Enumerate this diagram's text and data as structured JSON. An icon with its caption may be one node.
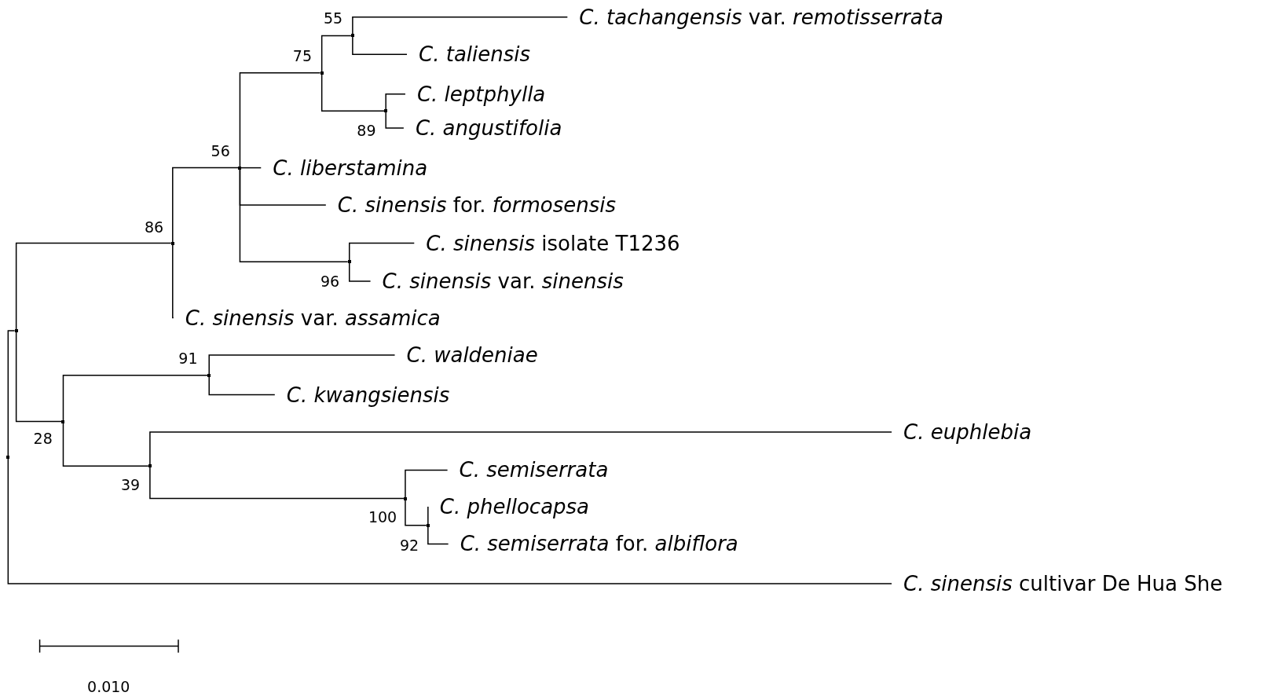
{
  "diagram": {
    "nodes": [
      {
        "text": [],
        "shape": "point"
      },
      {
        "text": [],
        "shape": "point"
      },
      {
        "text": [],
        "shape": "point",
        "beside": [
          "86"
        ]
      },
      {
        "text": [],
        "shape": "point",
        "beside": [
          "56"
        ]
      },
      {
        "text": [],
        "shape": "point",
        "beside": [
          "75"
        ]
      },
      {
        "text": [],
        "shape": "point",
        "beside": [
          "55"
        ]
      },
      {
        "text": [
          "*C. tachangensis* var. *remotisserrata*"
        ]
      },
      {
        "text": [
          "*C. taliensis*"
        ]
      },
      {
        "text": [],
        "shape": "point",
        "beside": [
          "89"
        ]
      },
      {
        "text": [
          "*C. leptphylla*"
        ]
      },
      {
        "text": [
          "*C. angustifolia*"
        ]
      },
      {
        "text": [
          "*C. liberstamina*"
        ]
      },
      {
        "text": [
          "*C. sinensis* for. *formosensis*"
        ]
      },
      {
        "text": [],
        "shape": "point",
        "beside": [
          "96"
        ]
      },
      {
        "text": [
          "*C. sinensis* isolate T1236"
        ]
      },
      {
        "text": [
          "*C. sinensis* var. *sinensis*"
        ]
      },
      {
        "text": [
          "*C. sinensis* var. *assamica*"
        ]
      },
      {
        "text": [],
        "shape": "point",
        "beside": [
          "28"
        ]
      },
      {
        "text": [],
        "shape": "point",
        "beside": [
          "91"
        ]
      },
      {
        "text": [
          "*C. waldeniae*"
        ]
      },
      {
        "text": [
          "*C. kwangsiensis*"
        ]
      },
      {
        "text": [],
        "shape": "point",
        "beside": [
          "39"
        ]
      },
      {
        "text": [
          "*C. euphlebia*"
        ]
      },
      {
        "text": [],
        "shape": "point",
        "beside": [
          "100"
        ]
      },
      {
        "text": [
          "*C. semiserrata*"
        ]
      },
      {
        "text": [],
        "shape": "point",
        "beside": [
          "92"
        ]
      },
      {
        "text": [
          "*C. phellocapsa*"
        ]
      },
      {
        "text": [
          "*C. semiserrata* for. *albiflora*"
        ]
      },
      {
        "text": [
          "*C. sinensis* cultivar De Hua She"
        ]
      }
    ],
    "edges": [
      {
        "from": 0,
        "to": 1,
        "arrow": "none"
      },
      {
        "from": 0,
        "to": 28,
        "arrow": "none"
      },
      {
        "from": 1,
        "to": 2,
        "arrow": "none"
      },
      {
        "from": 1,
        "to": 17,
        "arrow": "none"
      },
      {
        "from": 2,
        "to": 3,
        "arrow": "none"
      },
      {
        "from": 2,
        "to": 16,
        "arrow": "none"
      },
      {
        "from": 3,
        "to": 4,
        "arrow": "none"
      },
      {
        "from": 3,
        "to": 11,
        "arrow": "none"
      },
      {
        "from": 3,
        "to": 12,
        "arrow": "none"
      },
      {
        "from": 3,
        "to": 13,
        "arrow": "none"
      },
      {
        "from": 4,
        "to": 5,
        "arrow": "none"
      },
      {
        "from": 4,
        "to": 8,
        "arrow": "none"
      },
      {
        "from": 5,
        "to": 6,
        "arrow": "none"
      },
      {
        "from": 5,
        "to": 7,
        "arrow": "none"
      },
      {
        "from": 8,
        "to": 9,
        "arrow": "none"
      },
      {
        "from": 8,
        "to": 10,
        "arrow": "none"
      },
      {
        "from": 13,
        "to": 14,
        "arrow": "none"
      },
      {
        "from": 13,
        "to": 15,
        "arrow": "none"
      },
      {
        "from": 17,
        "to": 18,
        "arrow": "none"
      },
      {
        "from": 17,
        "to": 21,
        "arrow": "none"
      },
      {
        "from": 18,
        "to": 19,
        "arrow": "none"
      },
      {
        "from": 18,
        "to": 20,
        "arrow": "none"
      },
      {
        "from": 21,
        "to": 22,
        "arrow": "none"
      },
      {
        "from": 21,
        "to": 23,
        "arrow": "none"
      },
      {
        "from": 23,
        "to": 24,
        "arrow": "none"
      },
      {
        "from": 23,
        "to": 25,
        "arrow": "none"
      },
      {
        "from": 25,
        "to": 26,
        "arrow": "none"
      },
      {
        "from": 25,
        "to": 27,
        "arrow": "none"
      }
    ],
    "labels": [
      "0.010"
    ]
  }
}
